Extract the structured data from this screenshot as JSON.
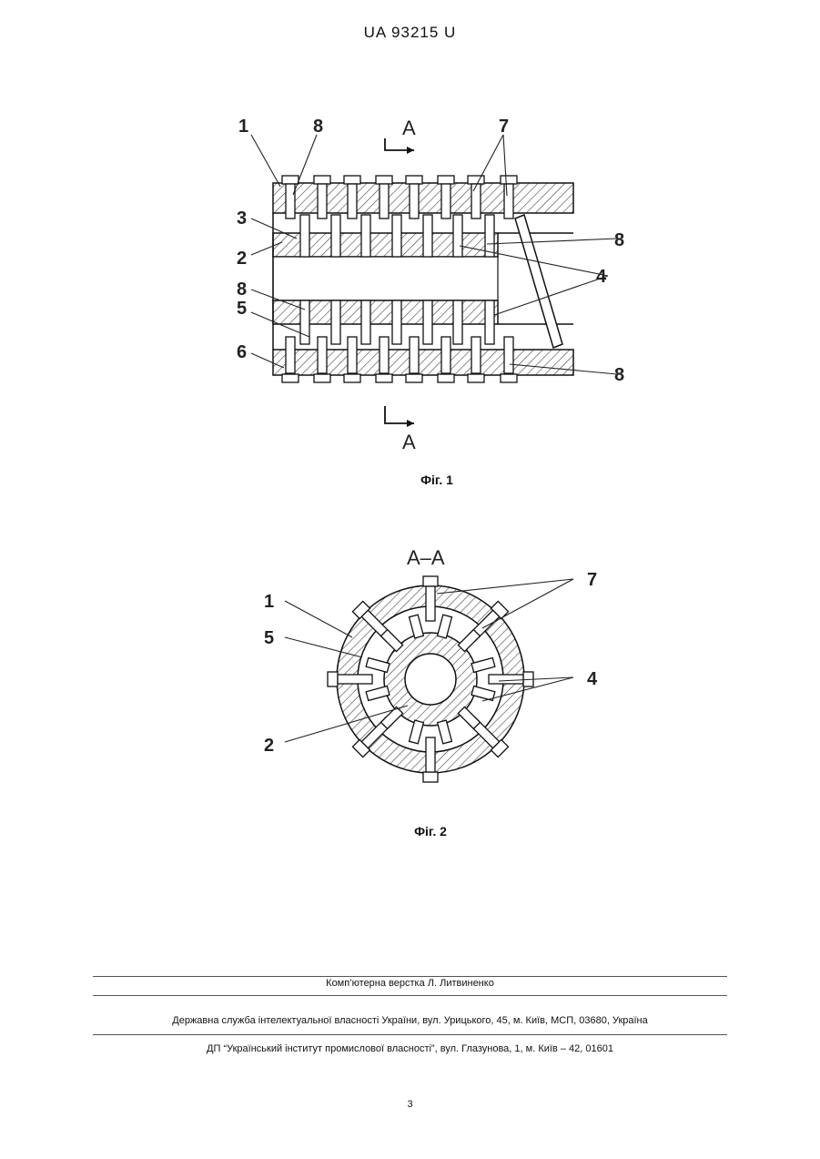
{
  "header": {
    "doc_number": "UA   93215   U"
  },
  "figure1": {
    "caption": "Фіг. 1",
    "section_letter": "A",
    "labels": [
      "1",
      "8",
      "7",
      "3",
      "2",
      "8",
      "4",
      "8",
      "5",
      "6",
      "8"
    ]
  },
  "figure2": {
    "caption": "Фіг. 2",
    "section_title": "A–A",
    "labels": [
      "7",
      "1",
      "5",
      "4",
      "2"
    ]
  },
  "footer": {
    "typesetting": "Комп’ютерна верстка Л. Литвиненко",
    "agency": "Державна служба інтелектуальної власності України, вул. Урицького, 45, м. Київ, МСП, 03680, Україна",
    "institute": "ДП “Український інститут промислової власності”, вул. Глазунова, 1, м. Київ – 42, 01601",
    "page_number": "3"
  }
}
